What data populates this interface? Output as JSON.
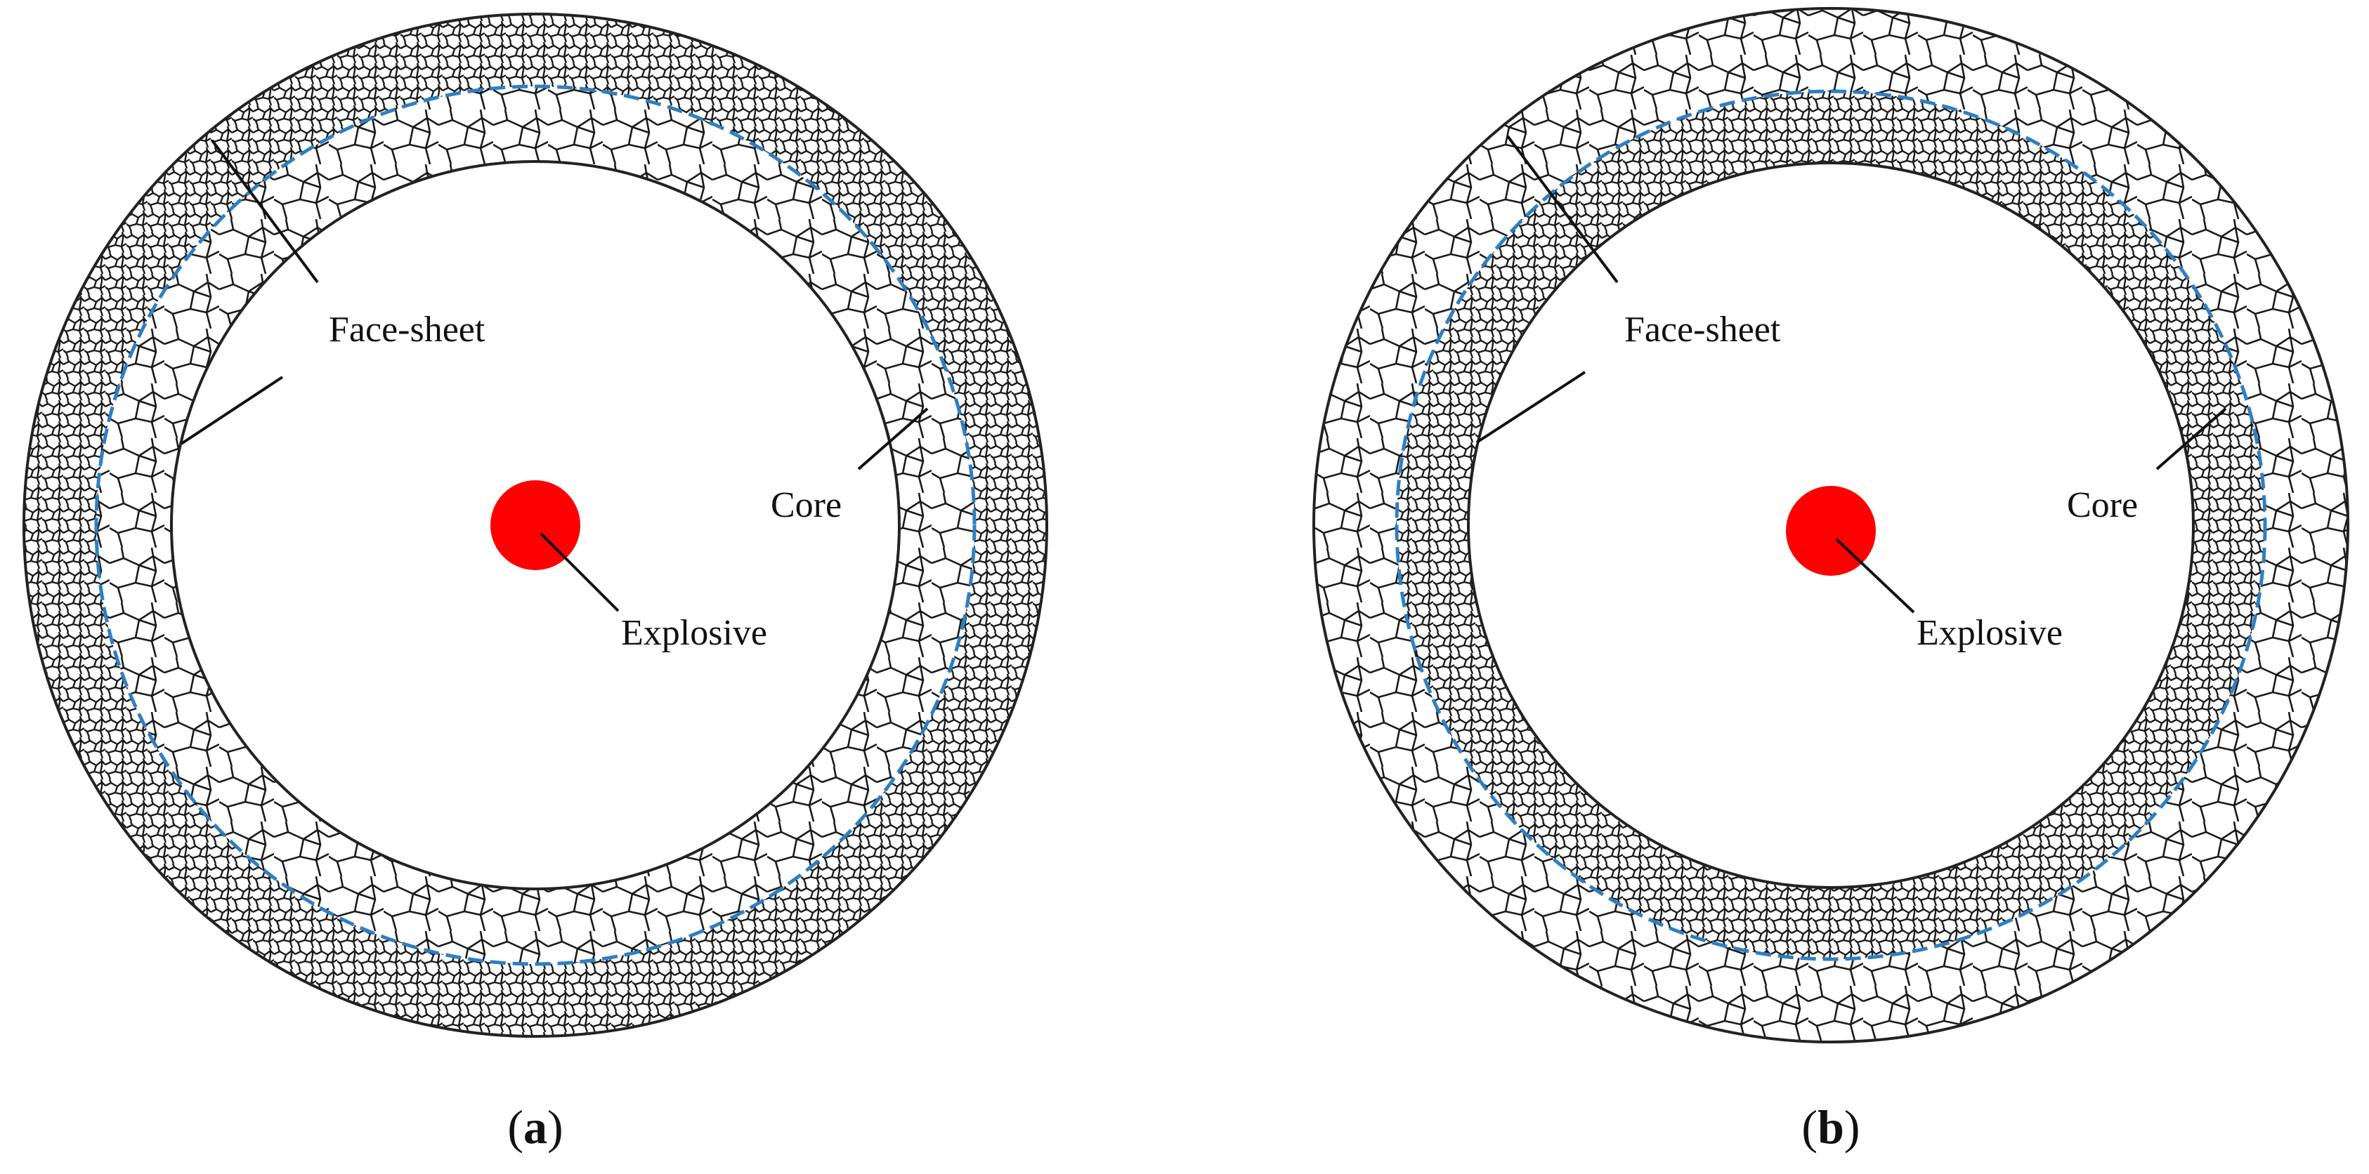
{
  "colors": {
    "explosive": "#ff0000",
    "interface_line": "#2f7fc1",
    "mesh_line": "#1a1a1a",
    "background": "#ffffff"
  },
  "panels": [
    {
      "id": "a",
      "caption_open": "(",
      "caption_letter": "a",
      "caption_close": ")",
      "labels": {
        "face_sheet": "Face-sheet",
        "core": "Core",
        "explosive": "Explosive"
      },
      "outer_layer": "fine",
      "inner_layer": "coarse"
    },
    {
      "id": "b",
      "caption_open": "(",
      "caption_letter": "b",
      "caption_close": ")",
      "labels": {
        "face_sheet": "Face-sheet",
        "core": "Core",
        "explosive": "Explosive"
      },
      "outer_layer": "coarse",
      "inner_layer": "fine"
    }
  ]
}
